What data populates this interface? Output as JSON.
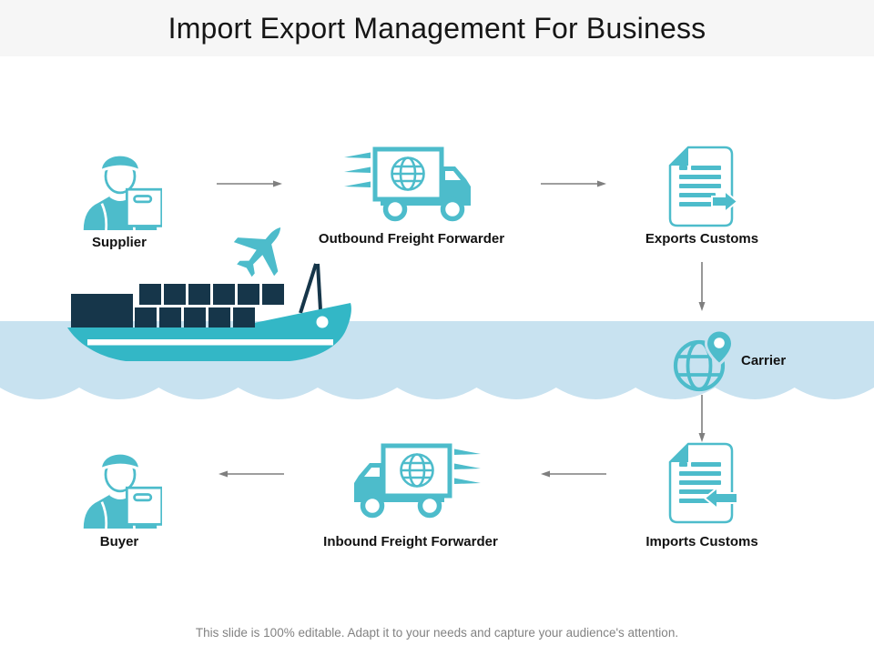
{
  "header": {
    "title": "Import Export Management For Business"
  },
  "nodes": [
    {
      "id": "supplier",
      "label": "Supplier",
      "icon": "courier-person-icon"
    },
    {
      "id": "outbound-freight-forwarder",
      "label": "Outbound Freight Forwarder",
      "icon": "delivery-truck-right-icon"
    },
    {
      "id": "exports-customs",
      "label": "Exports Customs",
      "icon": "document-arrow-out-icon"
    },
    {
      "id": "carrier",
      "label": "Carrier",
      "icon": "globe-location-pin-icon"
    },
    {
      "id": "imports-customs",
      "label": "Imports Customs",
      "icon": "document-arrow-in-icon"
    },
    {
      "id": "inbound-freight-forwarder",
      "label": "Inbound Freight Forwarder",
      "icon": "delivery-truck-left-icon"
    },
    {
      "id": "buyer",
      "label": "Buyer",
      "icon": "courier-person-icon"
    }
  ],
  "flow_connections": [
    "supplier -> outbound-freight-forwarder",
    "outbound-freight-forwarder -> exports-customs",
    "exports-customs -> carrier",
    "carrier -> imports-customs",
    "imports-customs -> inbound-freight-forwarder",
    "inbound-freight-forwarder -> buyer"
  ],
  "illustrations": [
    "cargo-ship-icon",
    "airplane-icon",
    "water-wave-band"
  ],
  "footer": {
    "note": "This slide is 100% editable. Adapt it to your needs and capture your audience's attention."
  },
  "colors": {
    "icon_teal": "#4dbccb",
    "ship_teal": "#33b7c6",
    "dark_navy": "#16364a",
    "water_blue": "#c8e2f0",
    "arrow_gray": "#7f7f7f",
    "header_band": "#f6f6f6",
    "label_text": "#121212",
    "footer_text": "#828282"
  }
}
